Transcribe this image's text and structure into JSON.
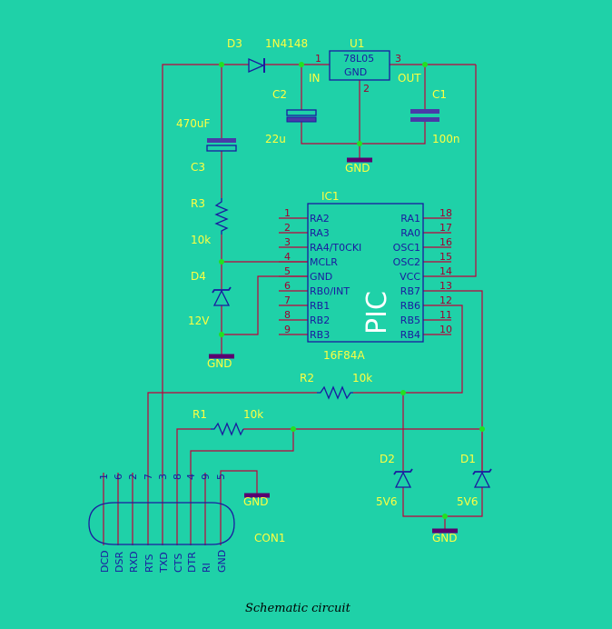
{
  "colors": {
    "background": "#1fd1a8",
    "wire": "#c0003a",
    "component": "#1a1aa0",
    "label": "#ffff40",
    "junction": "#22e022",
    "ground_bar": "#5a0070"
  },
  "components": {
    "d3": {
      "ref": "D3",
      "value": "1N4148"
    },
    "u1": {
      "ref": "U1",
      "value": "78L05",
      "pin_gnd_name": "GND",
      "pin_in": "1",
      "pin_gnd": "2",
      "pin_out": "3",
      "label_in": "IN",
      "label_out": "OUT"
    },
    "c2": {
      "ref": "C2",
      "value": "22u"
    },
    "c1": {
      "ref": "C1",
      "value": "100n"
    },
    "c3": {
      "ref": "C3",
      "value": "470uF"
    },
    "r3": {
      "ref": "R3",
      "value": "10k"
    },
    "d4": {
      "ref": "D4",
      "value": "12V"
    },
    "r2": {
      "ref": "R2",
      "value": "10k"
    },
    "r1": {
      "ref": "R1",
      "value": "10k"
    },
    "d2": {
      "ref": "D2",
      "value": "5V6"
    },
    "d1": {
      "ref": "D1",
      "value": "5V6"
    },
    "ic1": {
      "ref": "IC1",
      "part": "16F84A",
      "logo": "PIC",
      "left_pins": [
        {
          "num": "1",
          "name": "RA2"
        },
        {
          "num": "2",
          "name": "RA3"
        },
        {
          "num": "3",
          "name": "RA4/T0CKI"
        },
        {
          "num": "4",
          "name": "MCLR"
        },
        {
          "num": "5",
          "name": "GND"
        },
        {
          "num": "6",
          "name": "RB0/INT"
        },
        {
          "num": "7",
          "name": "RB1"
        },
        {
          "num": "8",
          "name": "RB2"
        },
        {
          "num": "9",
          "name": "RB3"
        }
      ],
      "right_pins": [
        {
          "num": "18",
          "name": "RA1"
        },
        {
          "num": "17",
          "name": "RA0"
        },
        {
          "num": "16",
          "name": "OSC1"
        },
        {
          "num": "15",
          "name": "OSC2"
        },
        {
          "num": "14",
          "name": "VCC"
        },
        {
          "num": "13",
          "name": "RB7"
        },
        {
          "num": "12",
          "name": "RB6"
        },
        {
          "num": "11",
          "name": "RB5"
        },
        {
          "num": "10",
          "name": "RB4"
        }
      ]
    },
    "con1": {
      "ref": "CON1",
      "pins": [
        {
          "num": "1",
          "name": "DCD"
        },
        {
          "num": "6",
          "name": "DSR"
        },
        {
          "num": "2",
          "name": "RXD"
        },
        {
          "num": "7",
          "name": "RTS"
        },
        {
          "num": "3",
          "name": "TXD"
        },
        {
          "num": "8",
          "name": "CTS"
        },
        {
          "num": "4",
          "name": "DTR"
        },
        {
          "num": "9",
          "name": "RI"
        },
        {
          "num": "5",
          "name": "GND"
        }
      ]
    }
  },
  "ground_label": "GND",
  "caption": "Schematic circuit"
}
